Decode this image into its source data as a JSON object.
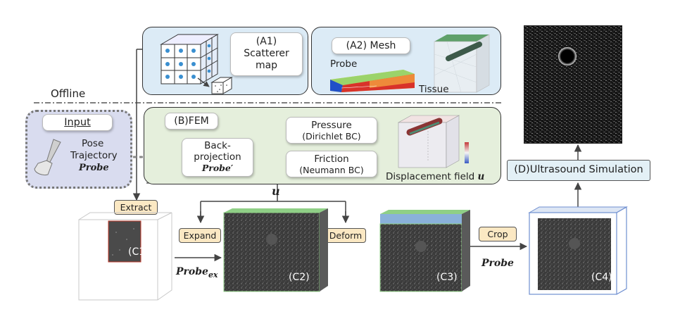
{
  "offline_label": "Offline",
  "a1": {
    "label": "(A1)",
    "line1": "Scatterer",
    "line2": "map"
  },
  "a2": {
    "label": "(A2) Mesh",
    "probe_label": "Probe",
    "tissue_label": "Tissue"
  },
  "input": {
    "title": "Input",
    "line1": "Pose",
    "line2": "Trajectory",
    "probe": "Probe"
  },
  "fem": {
    "label": "(B)FEM",
    "back_line1": "Back-",
    "back_line2": "projection",
    "back_probe": "Probe′",
    "pressure_title": "Pressure",
    "pressure_sub": "(Dirichlet BC)",
    "friction_title": "Friction",
    "friction_sub": "(Neumann BC)",
    "displacement": "Displacement field",
    "displacement_sym": "u"
  },
  "u_label": "u",
  "tags": {
    "extract": "Extract",
    "expand": "Expand",
    "deform": "Deform",
    "crop": "Crop"
  },
  "c": {
    "c1": "(C1)",
    "c2": "(C2)",
    "c3": "(C3)",
    "c4": "(C4)"
  },
  "probe_ex": {
    "main": "Probe",
    "sub": "ex"
  },
  "probe_crop": "Probe",
  "d_label": "(D)Ultrasound Simulation",
  "colors": {
    "panel_blue": "#dcebf6",
    "panel_green": "#e5efdc",
    "input_bg": "#d9dcef",
    "tag_bg": "#fbe8c3",
    "d_bg": "#e3f0f6"
  }
}
